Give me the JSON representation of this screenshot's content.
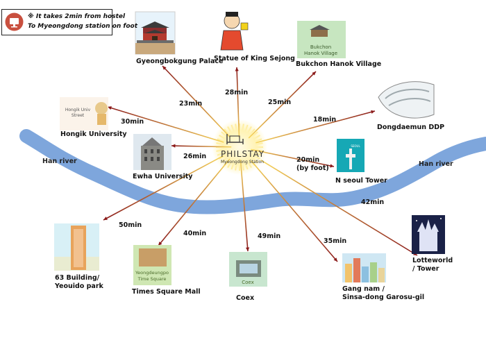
{
  "notice": {
    "line1": "※ It takes 2min from hostel",
    "line2": "To Myeongdong station on foot",
    "icon": "monitor-icon"
  },
  "hub": {
    "name": "PHILSTAY",
    "subtitle": "Myeongdong Station",
    "icon": "bed-icon",
    "colors": {
      "sun": "#fff3b0",
      "sun_core": "#fff9d6"
    }
  },
  "river": {
    "label_left": "Han river",
    "label_right": "Han river",
    "color": "#7ea6dc"
  },
  "arrow_colors": {
    "start": "#f7d65a",
    "end": "#8b1a1a"
  },
  "destinations": [
    {
      "name": "Gyeongbokgung Palace",
      "time": "23min"
    },
    {
      "name": "Statue of King Sejong",
      "time": "28min"
    },
    {
      "name": "Bukchon Hanok Village",
      "time": "25min"
    },
    {
      "name": "Hongik University",
      "time": "30min"
    },
    {
      "name": "Dongdaemun DDP",
      "time": "18min"
    },
    {
      "name": "Ewha University",
      "time": "26min"
    },
    {
      "name": "N seoul Tower",
      "time": "20min\n(by foot)"
    },
    {
      "name": "Lotteworld\n/ Tower",
      "time": "42min"
    },
    {
      "name": "63 Building/\nYeouido park",
      "time": "50min"
    },
    {
      "name": "Times Square Mall",
      "time": "40min"
    },
    {
      "name": "Coex",
      "time": "49min"
    },
    {
      "name": "Gang nam /\nSinsa-dong Garosu-gil",
      "time": "35min"
    }
  ],
  "thumb_text": {
    "hongik": "Hongik Univ\nStreet",
    "bukchon": "Bukchon\nHanok Village",
    "yeongdeungpo": "Yeongdeungpo\nTime Square",
    "coex": "Coex",
    "seoul_tower": "SEOUL"
  }
}
